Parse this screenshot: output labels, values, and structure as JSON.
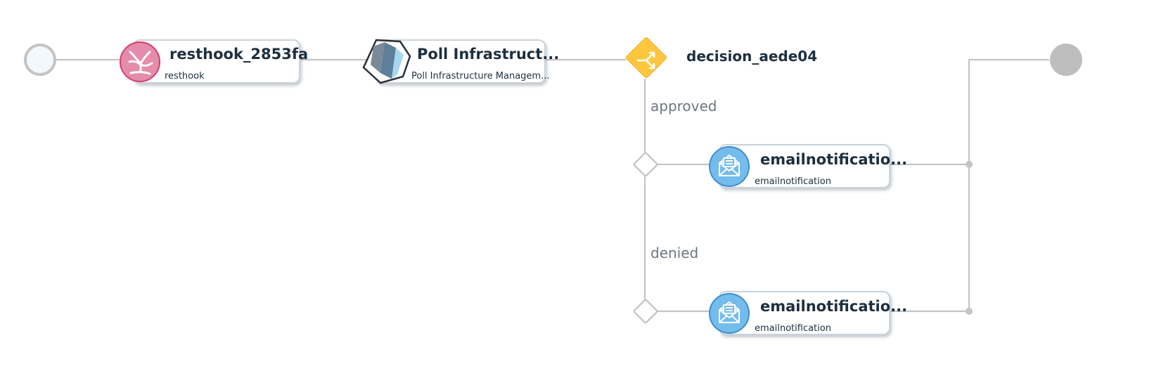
{
  "flow": {
    "start": {
      "label": ""
    },
    "end": {
      "label": ""
    },
    "resthook_node": {
      "title": "resthook_2853fa",
      "subtitle": "resthook",
      "icon": "resthook-icon",
      "color": "#e58bab"
    },
    "poll_node": {
      "title": "Poll Infrastruct...",
      "subtitle": "Poll Infrastructure Managem...",
      "icon": "hexagon-cube-icon"
    },
    "decision": {
      "title": "decision_aede04",
      "icon": "split-icon",
      "color": "#fcc63e",
      "branches": [
        {
          "label": "approved"
        },
        {
          "label": "denied"
        }
      ]
    },
    "email_nodes": [
      {
        "title": "emailnotificatio...",
        "subtitle": "emailnotification",
        "icon": "envelope-icon",
        "color": "#73bcec"
      },
      {
        "title": "emailnotificatio...",
        "subtitle": "emailnotification",
        "icon": "envelope-icon",
        "color": "#73bcec"
      }
    ]
  }
}
